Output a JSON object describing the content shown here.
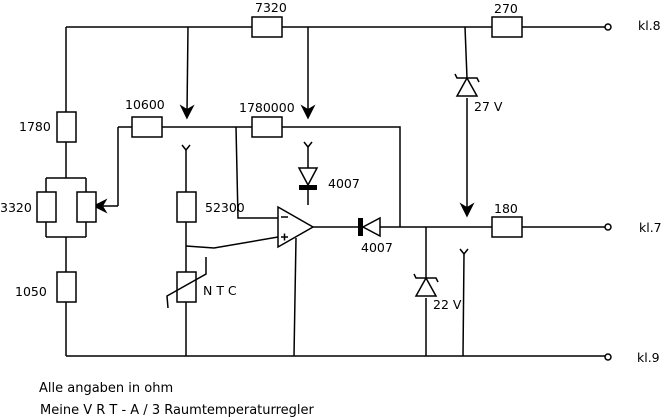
{
  "resistors": {
    "r_top": "7320",
    "r_top_right": "270",
    "r_mid1": "10600",
    "r_mid2": "1780000",
    "r_left_top": "1780",
    "r_left_pair": "3320",
    "r_ntc_series": "52300",
    "r_left_bottom": "1050",
    "r_output": "180"
  },
  "semis": {
    "zener_top": "27 V",
    "diode_upper": "4007",
    "diode_output": "4007",
    "zener_bottom": "22 V",
    "ntc": "N T C"
  },
  "terminals": {
    "kl8": "kl.8",
    "kl7": "kl.7",
    "kl9": "kl.9"
  },
  "notes": {
    "line1": "Alle angaben in ohm",
    "line2": "Meine V R T - A / 3 Raumtemperaturregler"
  }
}
